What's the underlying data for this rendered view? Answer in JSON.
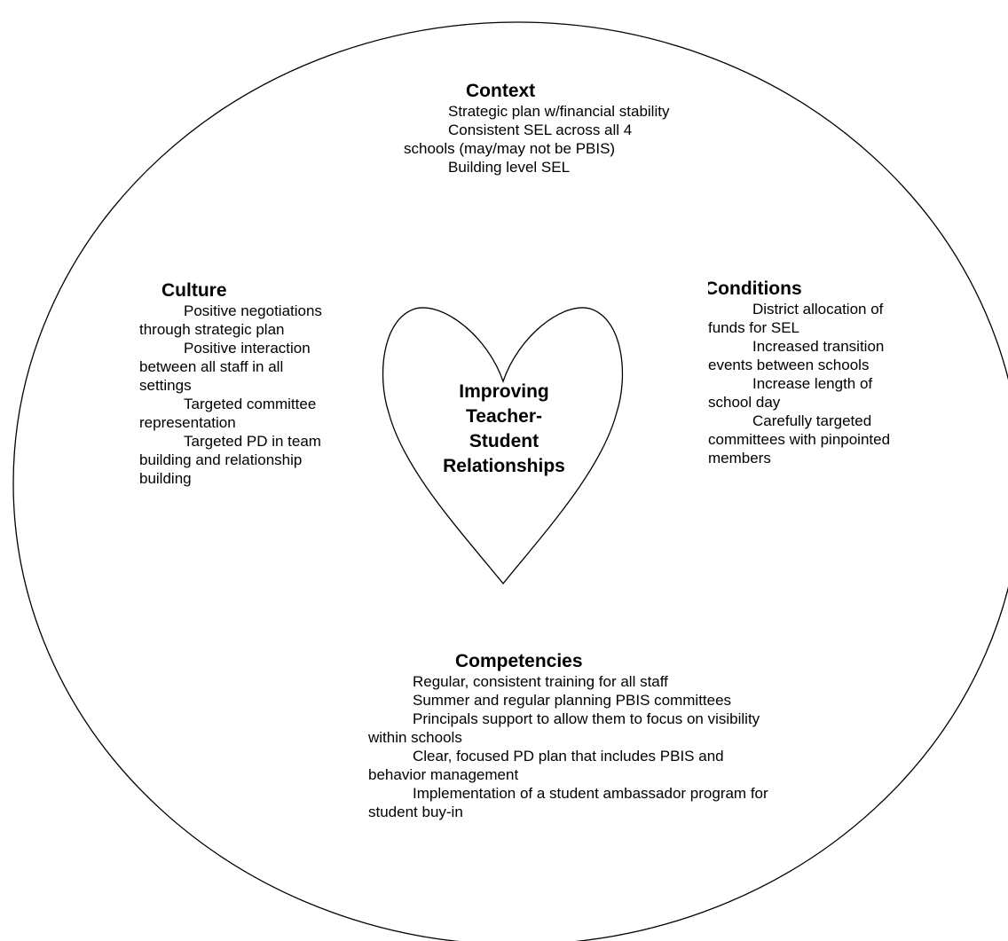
{
  "diagram": {
    "center_label": "Improving Teacher-Student Relationships",
    "context": {
      "title": "Context",
      "items": [
        "Strategic plan w/financial stability",
        "Consistent SEL across all 4 schools (may/may not be PBIS)",
        "Building level SEL"
      ]
    },
    "culture": {
      "title": "Culture",
      "items": [
        "Positive negotiations through strategic plan",
        "Positive interaction between all staff in all settings",
        "Targeted committee representation",
        "Targeted PD in team building and relationship building"
      ]
    },
    "conditions": {
      "title": "Conditions",
      "items": [
        "District allocation of funds for SEL",
        "Increased transition events between schools",
        "Increase length of school day",
        "Carefully targeted committees with pinpointed members"
      ]
    },
    "competencies": {
      "title": "Competencies",
      "items": [
        "Regular, consistent training for all staff",
        "Summer and regular planning PBIS committees",
        "Principals support to allow them to focus on visibility within schools",
        "Clear, focused PD plan that includes PBIS and behavior management",
        "Implementation of a student ambassador program for student buy-in"
      ]
    }
  }
}
